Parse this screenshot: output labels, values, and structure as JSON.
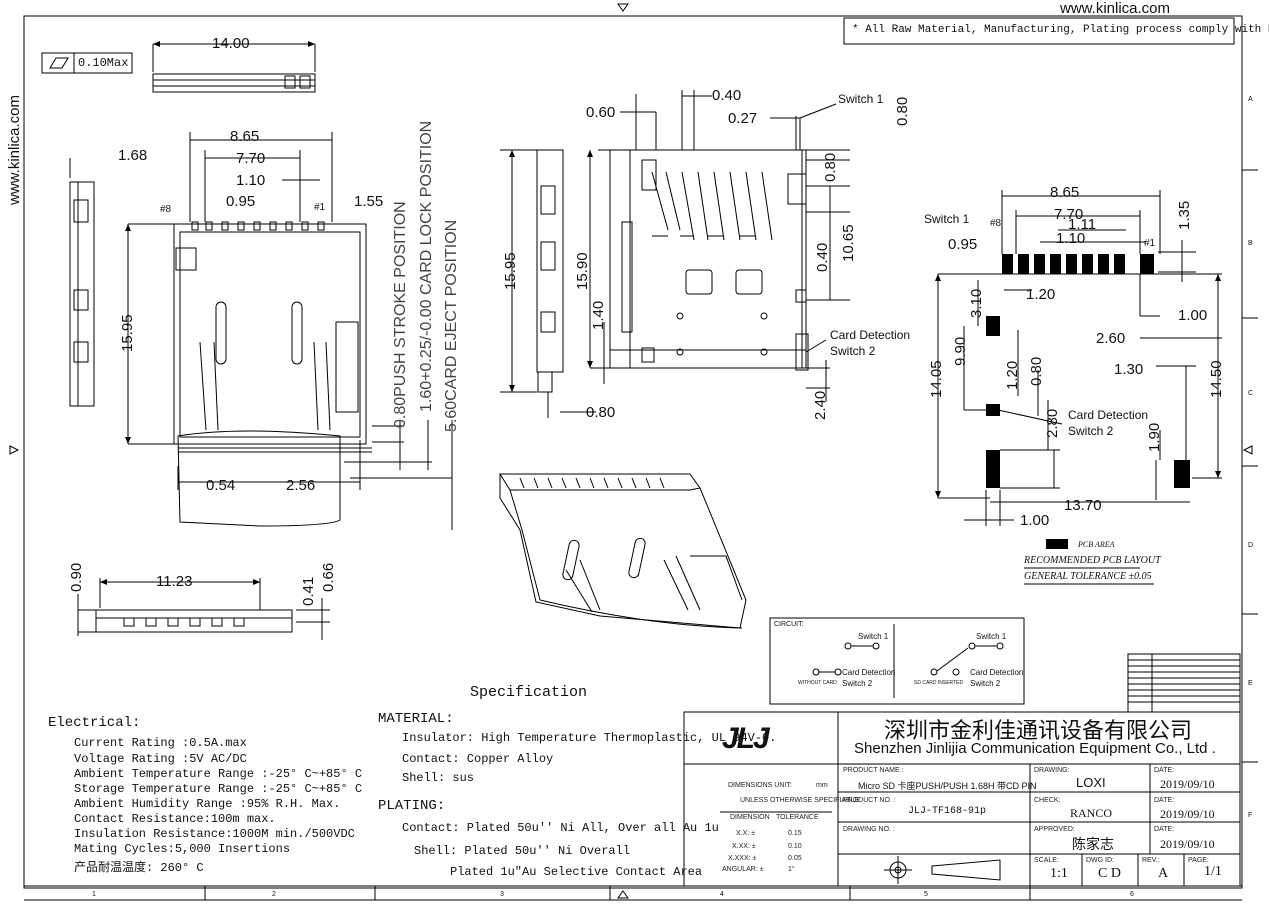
{
  "watermark": {
    "top_url": "www.kinlica.com",
    "side_url": "www.kinlica.com"
  },
  "rohs_note": "* All Raw Material, Manufacturing, Plating process comply with ROHS",
  "flatness_symbol": {
    "value": "0.10Max"
  },
  "top_view_dims": {
    "w_14": "14.00",
    "w_8_65": "8.65",
    "w_7_70": "7.70",
    "w_1_10": "1.10",
    "w_0_95": "0.95",
    "w_1_55": "1.55",
    "w_1_68": "1.68",
    "h_15_95": "15.95",
    "pin8": "#8",
    "pin1": "#1",
    "w_0_54": "0.54",
    "w_2_56": "2.56"
  },
  "position_notes": {
    "push_stroke": "0.80PUSH STROKE POSITION",
    "card_lock": "1.60+0.25/-0.00 CARD LOCK POSITION",
    "card_eject": "5.60CARD EJECT POSITION"
  },
  "side_view_dims": {
    "h_15_95": "15.95",
    "h_15_90": "15.90",
    "h_1_40": "1.40",
    "w_0_60": "0.60",
    "w_0_40": "0.40",
    "w_0_27": "0.27",
    "w_0_80b": "0.80",
    "switch1": "Switch 1",
    "h_0_80a": "0.80",
    "h_0_80b": "0.80",
    "h_10_65": "10.65",
    "h_0_40": "0.40",
    "card_detection": "Card Detection",
    "switch2": "Switch 2",
    "h_2_40": "2.40"
  },
  "bottom_view_dims": {
    "w_11_23": "11.23",
    "h_0_90": "0.90",
    "h_0_41": "0.41",
    "h_0_66": "0.66"
  },
  "pcb_layout": {
    "switch1": "Switch 1",
    "pin8": "#8",
    "pin1": "#1",
    "d_8_65": "8.65",
    "d_7_70": "7.70",
    "d_1_11": "1.11",
    "d_1_10": "1.10",
    "d_0_95": "0.95",
    "d_1_35": "1.35",
    "d_1_20": "1.20",
    "d_3_10": "3.10",
    "d_1_00a": "1.00",
    "d_2_60": "2.60",
    "d_14_05": "14.05",
    "d_9_90": "9.90",
    "d_1_20b": "1.20",
    "d_0_80": "0.80",
    "d_1_30": "1.30",
    "d_14_50": "14.50",
    "d_2_80": "2.80",
    "card_detection": "Card Detection",
    "switch2": "Switch 2",
    "d_1_90": "1.90",
    "d_13_70": "13.70",
    "d_1_00b": "1.00",
    "legend_pcb_area": "PCB AREA",
    "legend_recommended": "RECOMMENDED PCB LAYOUT",
    "legend_tolerance": "GENERAL TOLERANCE ±0.05"
  },
  "circuit": {
    "title": "CIRCUIT:",
    "left_switch1": "Switch 1",
    "left_cd": "Card Detection",
    "left_sw2": "Switch 2",
    "left_caption": "WITHOUT  CARD",
    "right_switch1": "Switch 1",
    "right_cd": "Card Detection",
    "right_sw2": "Switch 2",
    "right_caption": "SD CARD INSERTED"
  },
  "specification": {
    "heading": "Specification",
    "electrical_title": "Electrical:",
    "electrical": [
      "Current Rating :0.5A.max",
      "Voltage Rating :5V AC/DC",
      "Ambient Temperature Range :-25° C~+85° C",
      "Storage Temperature Range :-25° C~+85° C",
      "Ambient Humidity Range :95% R.H. Max.",
      "Contact Resistance:100m  max.",
      "Insulation Resistance:1000M  min./500VDC",
      "Mating Cycles:5,000 Insertions",
      "产品耐温温度: 260° C"
    ],
    "material_title": "MATERIAL:",
    "material": [
      "Insulator: High Temperature Thermoplastic, UL 94V-0.",
      "Contact: Copper Alloy",
      "Shell: sus"
    ],
    "plating_title": "PLATING:",
    "plating": [
      "Contact: Plated 50u''  Ni All, Over all Au 1u",
      "Shell: Plated 50u''  Ni Overall",
      "Plated 1u\"Au Selective Contact Area"
    ]
  },
  "title_block": {
    "logo": "JLJ",
    "company_cn": "深圳市金利佳通讯设备有限公司",
    "company_en": "Shenzhen Jinlijia Communication Equipment Co., Ltd .",
    "dimensions_unit_label": "DIMENSIONS UNIT:",
    "dimensions_unit": "mm",
    "unless_label": "UNLESS OTHERWISE SPECIFIABLE",
    "dimension_label": "DIMENSION",
    "tolerance_label": "TOLERANCE",
    "tolerances": [
      {
        "dim": "X.X: ±",
        "tol": "0.15"
      },
      {
        "dim": "X.XX: ±",
        "tol": "0.10"
      },
      {
        "dim": "X.XXX: ±",
        "tol": "0.05"
      },
      {
        "dim": "ANGULAR: ±",
        "tol": "1°"
      }
    ],
    "product_name_label": "PRODUCT NAME :",
    "product_name": "Micro SD 卡座PUSH/PUSH 1.68H 带CD PIN",
    "product_no_label": "PRODUCT NO. :",
    "product_no": "JLJ-TF168-91p",
    "drawing_no_label": "DRAWING NO. :",
    "drawing_label": "DRAWING:",
    "drawing_by": "LOXI",
    "check_label": "CHECK:",
    "check_by": "RANCO",
    "approved_label": "APPROVED:",
    "approved_by": "陈家志",
    "date_label": "DATE:",
    "date1": "2019/09/10",
    "date2": "2019/09/10",
    "date3": "2019/09/10",
    "scale_label": "SCALE:",
    "scale": "1:1",
    "dwg_id_label": "DWG ID:",
    "dwg_id": "C D",
    "rev_label": "REV.:",
    "rev": "A",
    "page_label": "PAGE:",
    "page": "1/1"
  },
  "border": {
    "cols": [
      "1",
      "2",
      "3",
      "4",
      "5",
      "6"
    ],
    "rows": [
      "A",
      "B",
      "C",
      "D",
      "E",
      "F"
    ]
  }
}
